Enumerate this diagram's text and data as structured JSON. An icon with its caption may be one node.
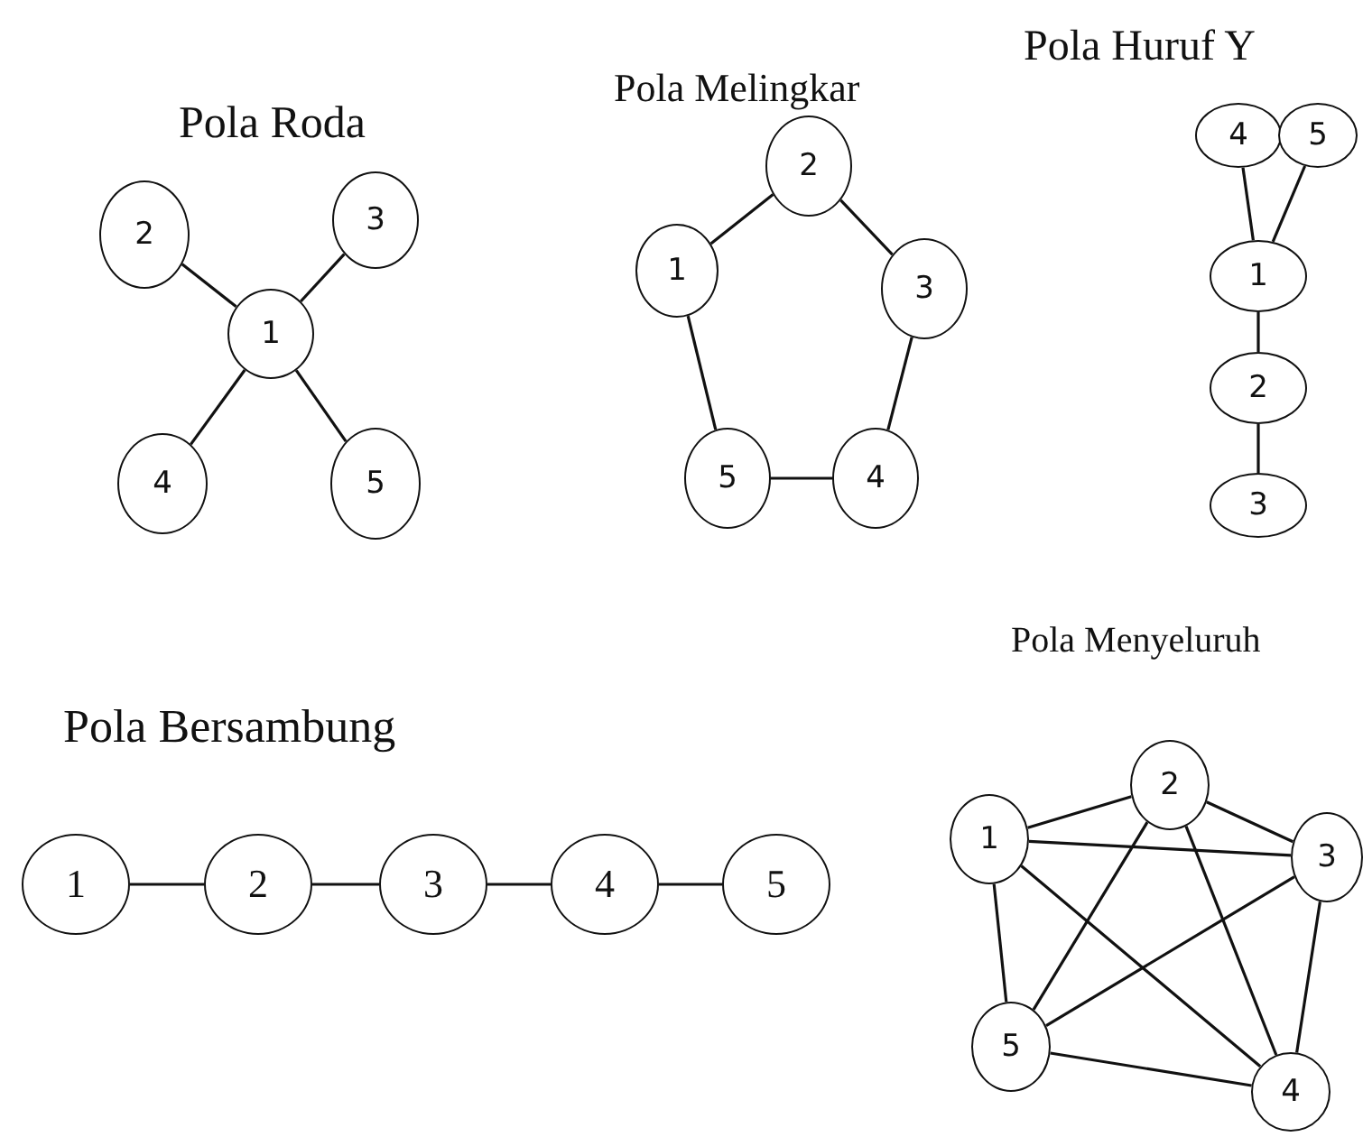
{
  "diagram": {
    "nodes": [
      {
        "text": [
          "2"
        ]
      },
      {
        "text": [
          "3"
        ]
      },
      {
        "text": [
          "1"
        ]
      },
      {
        "text": [
          "4"
        ]
      },
      {
        "text": [
          "5"
        ]
      },
      {
        "text": [
          "2"
        ]
      },
      {
        "text": [
          "1"
        ]
      },
      {
        "text": [
          "3"
        ]
      },
      {
        "text": [
          "5"
        ]
      },
      {
        "text": [
          "4"
        ]
      },
      {
        "text": [
          "4"
        ]
      },
      {
        "text": [
          "5"
        ]
      },
      {
        "text": [
          "1"
        ]
      },
      {
        "text": [
          "2"
        ]
      },
      {
        "text": [
          "3"
        ]
      },
      {
        "text": [
          "1"
        ]
      },
      {
        "text": [
          "2"
        ]
      },
      {
        "text": [
          "3"
        ]
      },
      {
        "text": [
          "4"
        ]
      },
      {
        "text": [
          "5"
        ]
      },
      {
        "text": [
          "2"
        ]
      },
      {
        "text": [
          "1"
        ]
      },
      {
        "text": [
          "3"
        ]
      },
      {
        "text": [
          "5"
        ]
      },
      {
        "text": [
          "4"
        ]
      }
    ],
    "edges": [
      {
        "from": 2,
        "to": 0,
        "arrow": "none"
      },
      {
        "from": 2,
        "to": 1,
        "arrow": "none"
      },
      {
        "from": 2,
        "to": 3,
        "arrow": "none"
      },
      {
        "from": 2,
        "to": 4,
        "arrow": "none"
      },
      {
        "from": 5,
        "to": 6,
        "arrow": "none"
      },
      {
        "from": 5,
        "to": 7,
        "arrow": "none"
      },
      {
        "from": 6,
        "to": 8,
        "arrow": "none"
      },
      {
        "from": 7,
        "to": 9,
        "arrow": "none"
      },
      {
        "from": 8,
        "to": 9,
        "arrow": "none"
      },
      {
        "from": 10,
        "to": 12,
        "arrow": "none"
      },
      {
        "from": 11,
        "to": 12,
        "arrow": "none"
      },
      {
        "from": 12,
        "to": 13,
        "arrow": "none"
      },
      {
        "from": 13,
        "to": 14,
        "arrow": "none"
      },
      {
        "from": 15,
        "to": 16,
        "arrow": "none"
      },
      {
        "from": 16,
        "to": 17,
        "arrow": "none"
      },
      {
        "from": 17,
        "to": 18,
        "arrow": "none"
      },
      {
        "from": 18,
        "to": 19,
        "arrow": "none"
      },
      {
        "from": 20,
        "to": 21,
        "arrow": "none"
      },
      {
        "from": 20,
        "to": 22,
        "arrow": "none"
      },
      {
        "from": 20,
        "to": 23,
        "arrow": "none"
      },
      {
        "from": 20,
        "to": 24,
        "arrow": "none"
      },
      {
        "from": 21,
        "to": 22,
        "arrow": "none"
      },
      {
        "from": 21,
        "to": 23,
        "arrow": "none"
      },
      {
        "from": 21,
        "to": 24,
        "arrow": "none"
      },
      {
        "from": 22,
        "to": 23,
        "arrow": "none"
      },
      {
        "from": 22,
        "to": 24,
        "arrow": "none"
      },
      {
        "from": 23,
        "to": 24,
        "arrow": "none"
      }
    ],
    "labels": [
      "Pola Huruf Y",
      "Pola Melingkar",
      "Pola Roda",
      "Pola Menyeluruh",
      "Pola Bersambung"
    ]
  }
}
